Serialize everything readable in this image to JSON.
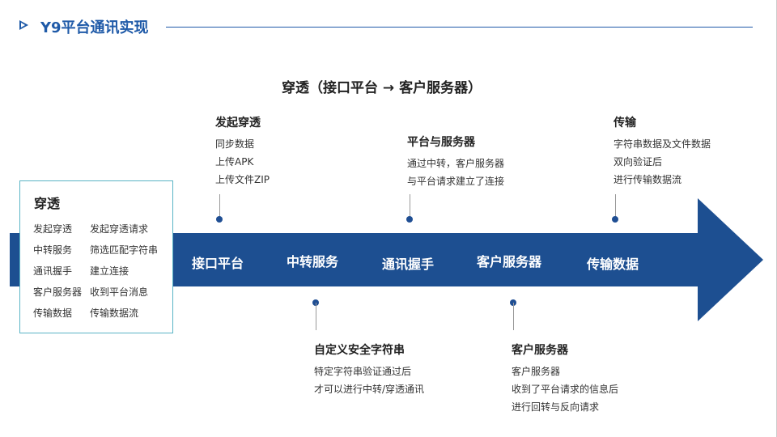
{
  "header": {
    "title": "Y9平台通讯实现"
  },
  "diagram": {
    "title": "穿透（接口平台 → 客户服务器）",
    "stages": [
      "接口平台",
      "中转服务",
      "通讯握手",
      "客户服务器",
      "传输数据"
    ],
    "top_notes": [
      {
        "title": "发起穿透",
        "lines": [
          "同步数据",
          "上传APK",
          "上传文件ZIP"
        ]
      },
      {
        "title": "平台与服务器",
        "lines": [
          "通过中转，客户服务器",
          "与平台请求建立了连接"
        ]
      },
      {
        "title": "传输",
        "lines": [
          "字符串数据及文件数据",
          "双向验证后",
          "进行传输数据流"
        ]
      }
    ],
    "bottom_notes": [
      {
        "title": "自定义安全字符串",
        "lines": [
          "特定字符串验证通过后",
          "才可以进行中转/穿透通讯"
        ]
      },
      {
        "title": "客户服务器",
        "lines": [
          "客户服务器",
          "收到了平台请求的信息后",
          "进行回转与反向请求"
        ]
      }
    ],
    "legend": {
      "title": "穿透",
      "rows": [
        {
          "key": "发起穿透",
          "value": "发起穿透请求"
        },
        {
          "key": "中转服务",
          "value": "筛选匹配字符串"
        },
        {
          "key": "通讯握手",
          "value": "建立连接"
        },
        {
          "key": "客户服务器",
          "value": "收到平台消息"
        },
        {
          "key": "传输数据",
          "value": "传输数据流"
        }
      ]
    }
  },
  "colors": {
    "accent": "#1f5aa8",
    "arrow": "#1d4f91",
    "legend_border": "#5ab4c5"
  }
}
